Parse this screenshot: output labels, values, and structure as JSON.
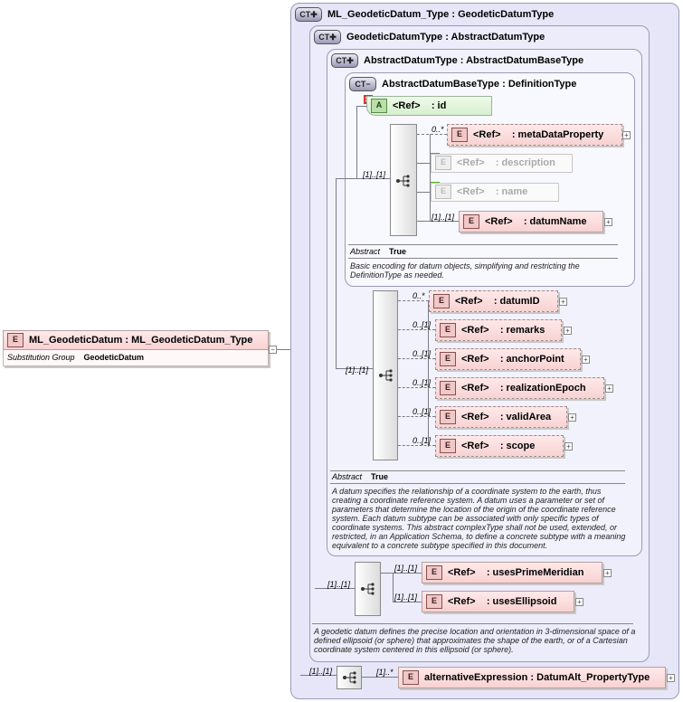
{
  "root": {
    "badge": "E",
    "name": "ML_GeodeticDatum",
    "type": "ML_GeodeticDatum_Type",
    "subst_label": "Substitution Group",
    "subst_value": "GeodeticDatum"
  },
  "ct1": {
    "badge": "CT",
    "name": "ML_GeodeticDatum_Type",
    "base": "GeodeticDatumType"
  },
  "ct2": {
    "badge": "CT",
    "name": "GeodeticDatumType",
    "base": "AbstractDatumType"
  },
  "ct3": {
    "badge": "CT",
    "name": "AbstractDatumType",
    "base": "AbstractDatumBaseType"
  },
  "ct4": {
    "badge": "CT",
    "name": "AbstractDatumBaseType",
    "base": "DefinitionType"
  },
  "sep": ":",
  "attr_id": {
    "badge": "A",
    "ref": "<Ref>",
    "name": "id"
  },
  "base_elements": [
    {
      "badge": "E",
      "ref": "<Ref>",
      "name": "metaDataProperty",
      "mult": "0..*"
    },
    {
      "badge": "E",
      "ref": "<Ref>",
      "name": "description",
      "mult": ""
    },
    {
      "badge": "E",
      "ref": "<Ref>",
      "name": "name",
      "mult": ""
    },
    {
      "badge": "E",
      "ref": "<Ref>",
      "name": "datumName",
      "mult": "[1]..[1]"
    }
  ],
  "base_seq_mult": "[1]..[1]",
  "abstract_label": "Abstract",
  "abstract_value": "True",
  "base_doc": "Basic encoding for datum objects, simplifying and restricting the DefinitionType as needed.",
  "datum_seq_mult": "[1]..[1]",
  "datum_elements": [
    {
      "badge": "E",
      "ref": "<Ref>",
      "name": "datumID",
      "mult": "0..*"
    },
    {
      "badge": "E",
      "ref": "<Ref>",
      "name": "remarks",
      "mult": "0..[1]"
    },
    {
      "badge": "E",
      "ref": "<Ref>",
      "name": "anchorPoint",
      "mult": "0..[1]"
    },
    {
      "badge": "E",
      "ref": "<Ref>",
      "name": "realizationEpoch",
      "mult": "0..[1]"
    },
    {
      "badge": "E",
      "ref": "<Ref>",
      "name": "validArea",
      "mult": "0..[1]"
    },
    {
      "badge": "E",
      "ref": "<Ref>",
      "name": "scope",
      "mult": "0..[1]"
    }
  ],
  "datum_doc": "A datum specifies the relationship of a coordinate system to the earth, thus creating a coordinate reference system. A datum uses a parameter or set of parameters that determine the location of the origin of the coordinate reference system. Each datum subtype can be associated with only specific types of coordinate systems. This abstract complexType shall not be used, extended, or restricted, in an Application Schema, to define a concrete subtype with a meaning equivalent to a concrete subtype specified in this document.",
  "geo_seq_mult": "[1]..[1]",
  "geo_elements": [
    {
      "badge": "E",
      "ref": "<Ref>",
      "name": "usesPrimeMeridian",
      "mult": "[1]..[1]"
    },
    {
      "badge": "E",
      "ref": "<Ref>",
      "name": "usesEllipsoid",
      "mult": "[1]..[1]"
    }
  ],
  "geo_doc": "A geodetic datum defines the precise location and orientation in 3-dimensional space of a defined ellipsoid (or sphere) that approximates the shape of the earth, or of a Cartesian coordinate system centered in this ellipsoid (or sphere).",
  "ml_seq_mult": "[1]..[1]",
  "alt": {
    "badge": "E",
    "name": "alternativeExpression",
    "type": "DatumAlt_PropertyType",
    "mult": "[1]..*"
  },
  "icons": {
    "expander": "plus-expander-icon",
    "sequence": "sequence-compositor-icon",
    "removed": "red-x-icon",
    "added": "green-plus-icon"
  }
}
